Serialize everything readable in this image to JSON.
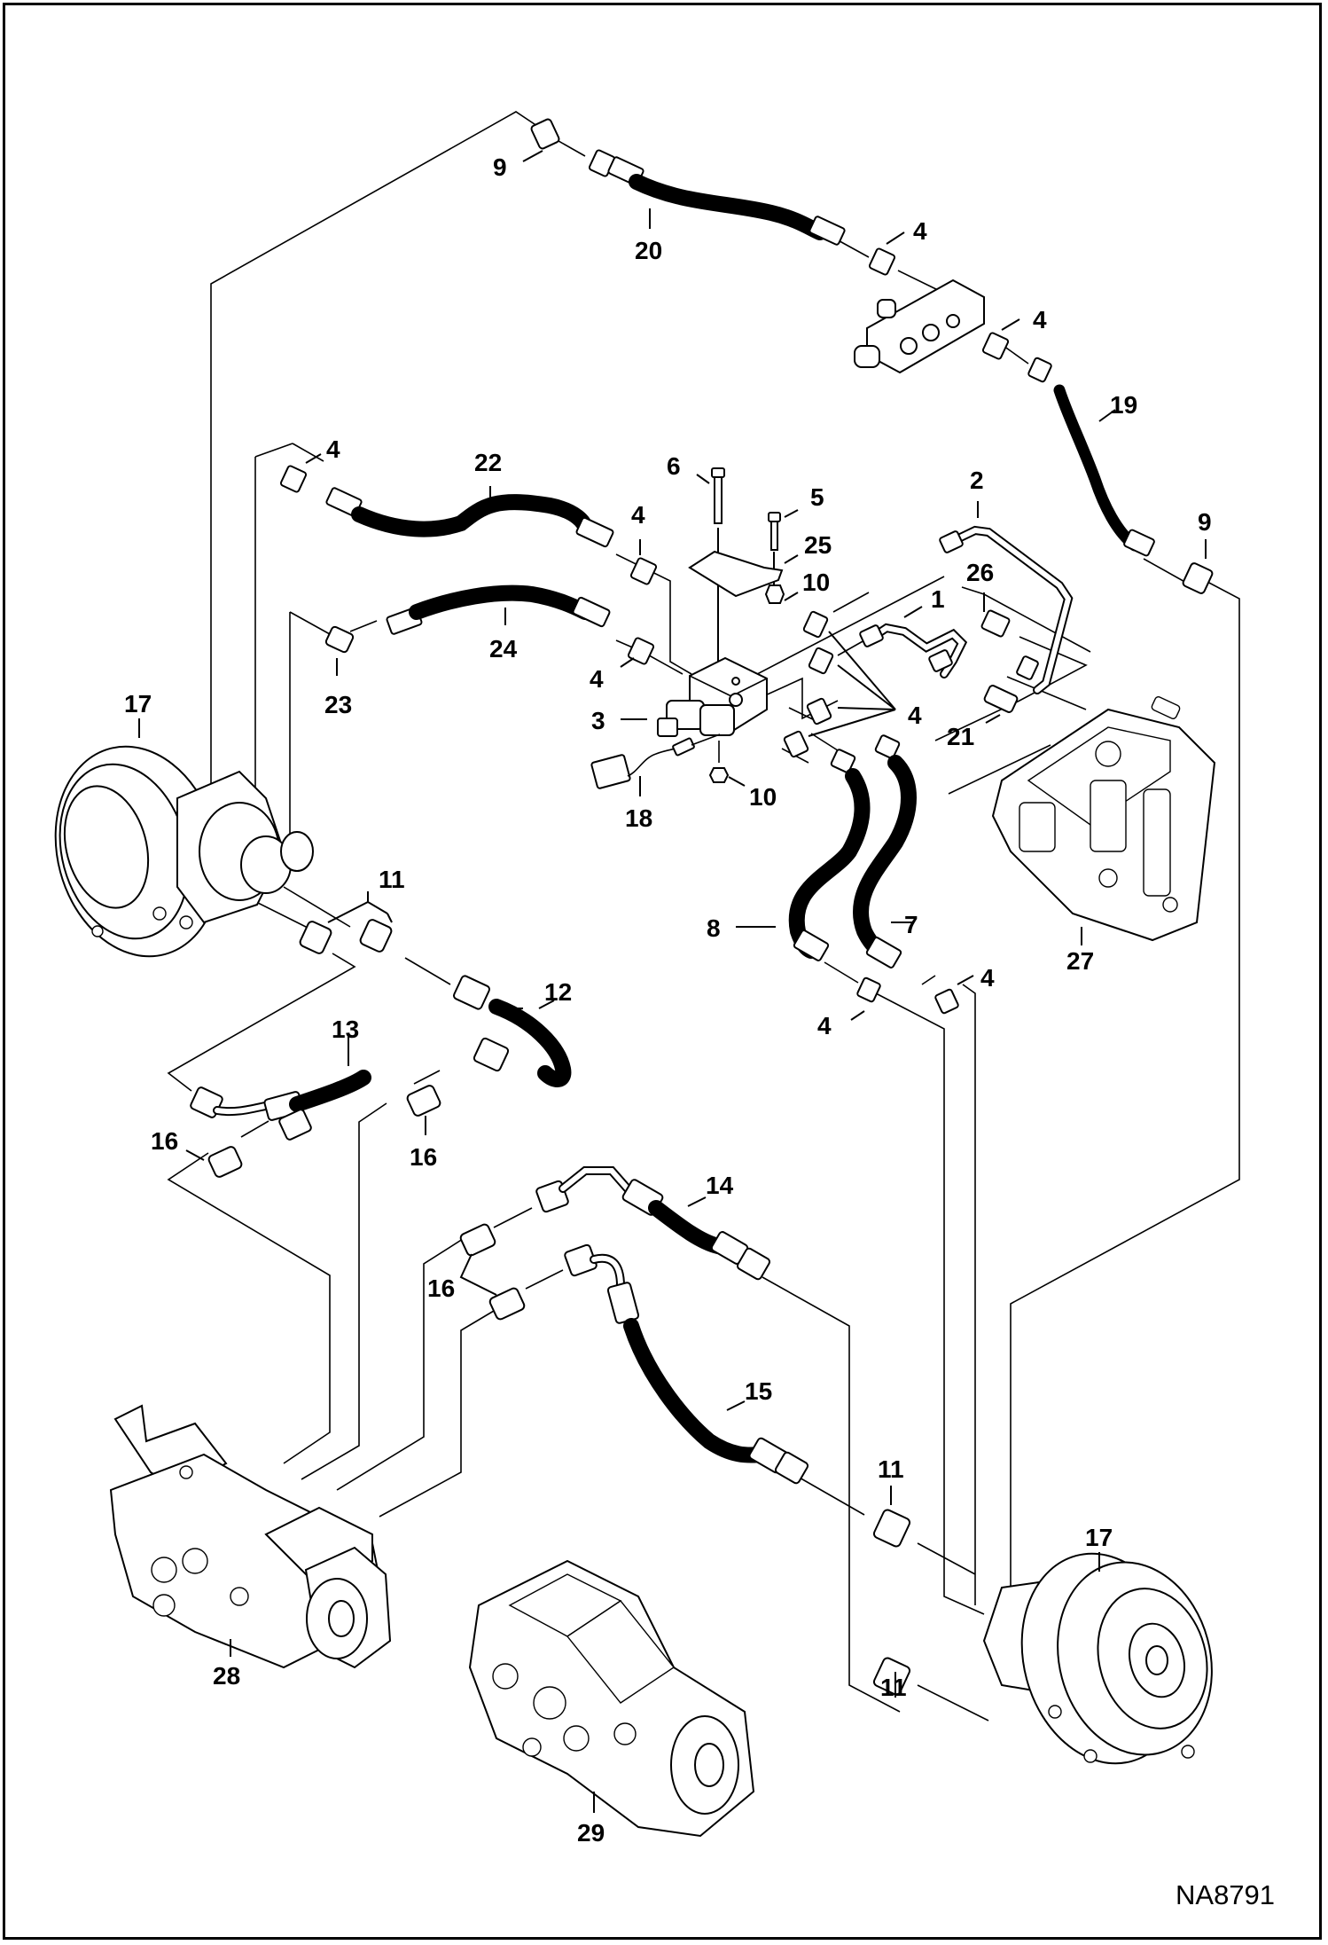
{
  "diagram": {
    "title": "Hydrostatic Drive Hydraulic Circuit - Exploded Parts View",
    "identifier": "NA8791",
    "callouts": [
      {
        "id": "c9a",
        "label": "9"
      },
      {
        "id": "c20",
        "label": "20"
      },
      {
        "id": "c4a",
        "label": "4"
      },
      {
        "id": "c4b",
        "label": "4"
      },
      {
        "id": "c19",
        "label": "19"
      },
      {
        "id": "c9b",
        "label": "9"
      },
      {
        "id": "c4c",
        "label": "4"
      },
      {
        "id": "c22",
        "label": "22"
      },
      {
        "id": "c6",
        "label": "6"
      },
      {
        "id": "c5",
        "label": "5"
      },
      {
        "id": "c4d",
        "label": "4"
      },
      {
        "id": "c25",
        "label": "25"
      },
      {
        "id": "c10a",
        "label": "10"
      },
      {
        "id": "c2",
        "label": "2"
      },
      {
        "id": "c26",
        "label": "26"
      },
      {
        "id": "c1",
        "label": "1"
      },
      {
        "id": "c24",
        "label": "24"
      },
      {
        "id": "c23",
        "label": "23"
      },
      {
        "id": "c4e",
        "label": "4"
      },
      {
        "id": "c3",
        "label": "3"
      },
      {
        "id": "c4f",
        "label": "4"
      },
      {
        "id": "c21",
        "label": "21"
      },
      {
        "id": "c17a",
        "label": "17"
      },
      {
        "id": "c18",
        "label": "18"
      },
      {
        "id": "c10b",
        "label": "10"
      },
      {
        "id": "c11a",
        "label": "11"
      },
      {
        "id": "c8",
        "label": "8"
      },
      {
        "id": "c7",
        "label": "7"
      },
      {
        "id": "c27",
        "label": "27"
      },
      {
        "id": "c4g",
        "label": "4"
      },
      {
        "id": "c4h",
        "label": "4"
      },
      {
        "id": "c12",
        "label": "12"
      },
      {
        "id": "c13",
        "label": "13"
      },
      {
        "id": "c16a",
        "label": "16"
      },
      {
        "id": "c16b",
        "label": "16"
      },
      {
        "id": "c14",
        "label": "14"
      },
      {
        "id": "c16c",
        "label": "16"
      },
      {
        "id": "c15",
        "label": "15"
      },
      {
        "id": "c11b",
        "label": "11"
      },
      {
        "id": "c17b",
        "label": "17"
      },
      {
        "id": "c28",
        "label": "28"
      },
      {
        "id": "c11c",
        "label": "11"
      },
      {
        "id": "c29",
        "label": "29"
      }
    ],
    "components": [
      {
        "ref": "1",
        "name": "tube-line"
      },
      {
        "ref": "2",
        "name": "tube-line"
      },
      {
        "ref": "3",
        "name": "solenoid-valve"
      },
      {
        "ref": "4",
        "name": "fitting"
      },
      {
        "ref": "5",
        "name": "bolt"
      },
      {
        "ref": "6",
        "name": "bolt"
      },
      {
        "ref": "7",
        "name": "hose"
      },
      {
        "ref": "8",
        "name": "hose"
      },
      {
        "ref": "9",
        "name": "fitting"
      },
      {
        "ref": "10",
        "name": "nut"
      },
      {
        "ref": "11",
        "name": "fitting"
      },
      {
        "ref": "12",
        "name": "hose"
      },
      {
        "ref": "13",
        "name": "hose"
      },
      {
        "ref": "14",
        "name": "hose"
      },
      {
        "ref": "15",
        "name": "hose"
      },
      {
        "ref": "16",
        "name": "fitting"
      },
      {
        "ref": "17",
        "name": "drive-motor"
      },
      {
        "ref": "18",
        "name": "wire-harness"
      },
      {
        "ref": "19",
        "name": "hose"
      },
      {
        "ref": "20",
        "name": "hose"
      },
      {
        "ref": "21",
        "name": "tee-fitting"
      },
      {
        "ref": "22",
        "name": "hose"
      },
      {
        "ref": "23",
        "name": "elbow-fitting"
      },
      {
        "ref": "24",
        "name": "hose"
      },
      {
        "ref": "25",
        "name": "mounting-plate"
      },
      {
        "ref": "26",
        "name": "elbow-fitting"
      },
      {
        "ref": "27",
        "name": "control-valve"
      },
      {
        "ref": "28",
        "name": "hydrostatic-pump"
      },
      {
        "ref": "29",
        "name": "hydrostatic-pump"
      }
    ]
  }
}
